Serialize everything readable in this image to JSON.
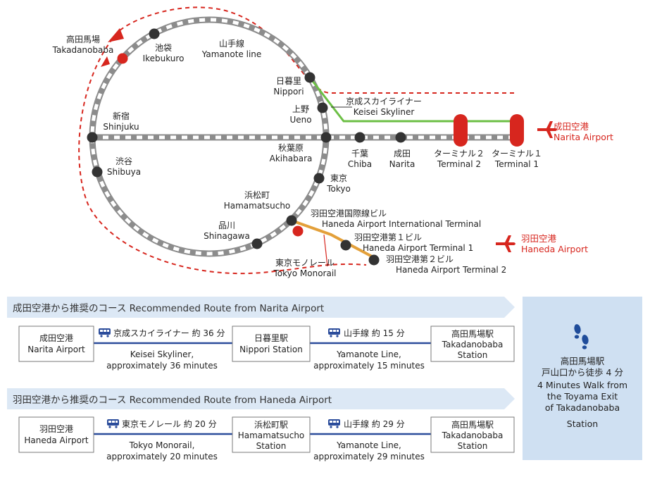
{
  "colors": {
    "line_red": "#d7261e",
    "skyliner_green": "#6cbf45",
    "monorail_orange": "#e3a03a",
    "route_blue": "#2b4c9b",
    "banner_blue": "#dce8f5",
    "walk_box": "#cfe0f2"
  },
  "map": {
    "stations": {
      "takadanobaba": {
        "ja": "高田馬場",
        "en": "Takadanobaba"
      },
      "ikebukuro": {
        "ja": "池袋",
        "en": "Ikebukuro"
      },
      "shinjuku": {
        "ja": "新宿",
        "en": "Shinjuku"
      },
      "shibuya": {
        "ja": "渋谷",
        "en": "Shibuya"
      },
      "nippori": {
        "ja": "日暮里",
        "en": "Nippori"
      },
      "ueno": {
        "ja": "上野",
        "en": "Ueno"
      },
      "akihabara": {
        "ja": "秋葉原",
        "en": "Akihabara"
      },
      "tokyo": {
        "ja": "東京",
        "en": "Tokyo"
      },
      "hamamatsucho": {
        "ja": "浜松町",
        "en": "Hamamatsucho"
      },
      "shinagawa": {
        "ja": "品川",
        "en": "Shinagawa"
      },
      "chiba": {
        "ja": "千葉",
        "en": "Chiba"
      },
      "narita": {
        "ja": "成田",
        "en": "Narita"
      },
      "terminal2": {
        "ja": "ターミナル２",
        "en": "Terminal 2"
      },
      "terminal1": {
        "ja": "ターミナル１",
        "en": "Terminal 1"
      },
      "haneda_intl": {
        "ja": "羽田空港国際線ビル",
        "en": "Haneda Airport International Terminal"
      },
      "haneda_t1": {
        "ja": "羽田空港第１ビル",
        "en": "Haneda Airport Terminal 1"
      },
      "haneda_t2": {
        "ja": "羽田空港第２ビル",
        "en": "Haneda Airport Terminal 2"
      }
    },
    "lines": {
      "yamanote": {
        "ja": "山手線",
        "en": "Yamanote line"
      },
      "skyliner": {
        "ja": "京成スカイライナー",
        "en": "Keisei Skyliner"
      },
      "monorail": {
        "ja": "東京モノレール",
        "en": "Tokyo Monorail"
      }
    },
    "airports": {
      "narita": {
        "ja": "成田空港",
        "en": "Narita Airport"
      },
      "haneda": {
        "ja": "羽田空港",
        "en": "Haneda Airport"
      }
    }
  },
  "routes": {
    "narita": {
      "title": "成田空港から推奨のコース Recommended Route from Narita Airport",
      "start": {
        "ja": "成田空港",
        "en": "Narita Airport"
      },
      "seg1": {
        "ja": "京成スカイライナー 約 36 分",
        "en1": "Keisei Skyliner,",
        "en2": "approximately 36 minutes"
      },
      "mid": {
        "ja": "日暮里駅",
        "en": "Nippori Station"
      },
      "seg2": {
        "ja": "山手線 約 15 分",
        "en1": "Yamanote Line,",
        "en2": "approximately 15 minutes"
      },
      "end": {
        "ja": "高田馬場駅",
        "en1": "Takadanobaba",
        "en2": "Station"
      }
    },
    "haneda": {
      "title": "羽田空港から推奨のコース Recommended Route from Haneda Airport",
      "start": {
        "ja": "羽田空港",
        "en": "Haneda Airport"
      },
      "seg1": {
        "ja": "東京モノレール 約 20 分",
        "en1": "Tokyo Monorail,",
        "en2": "approximately 20 minutes"
      },
      "mid": {
        "ja": "浜松町駅",
        "en1": "Hamamatsucho",
        "en2": "Station"
      },
      "seg2": {
        "ja": "山手線 約 29 分",
        "en1": "Yamanote Line,",
        "en2": "approximately 29 minutes"
      },
      "end": {
        "ja": "高田馬場駅",
        "en1": "Takadanobaba",
        "en2": "Station"
      }
    }
  },
  "walk": {
    "l1": "高田馬場駅",
    "l2": "戸山口から徒歩 4 分",
    "l3": "4 Minutes Walk from",
    "l4": "the Toyama Exit",
    "l5": "of Takadanobaba",
    "l6": "Station"
  }
}
